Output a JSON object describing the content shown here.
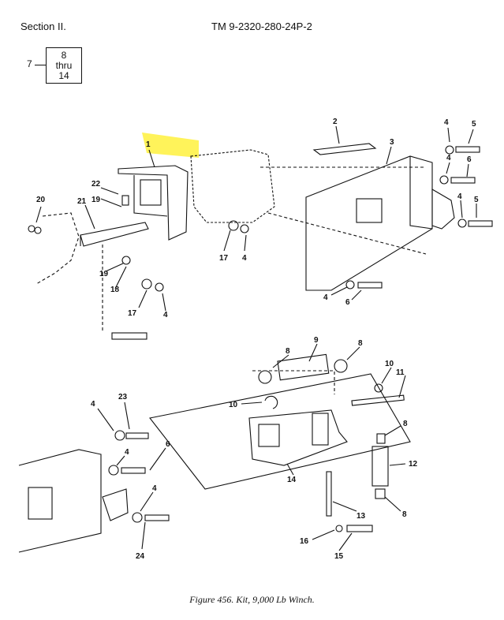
{
  "header": {
    "section": "Section II.",
    "manual": "TM 9-2320-280-24P-2"
  },
  "sequence_box": {
    "item": "7",
    "line1": "8",
    "line2": "thru",
    "line3": "14"
  },
  "highlight_color": "#fff35a",
  "callouts": [
    {
      "id": "c1",
      "text": "1"
    },
    {
      "id": "c2",
      "text": "2"
    },
    {
      "id": "c3",
      "text": "3"
    },
    {
      "id": "c4a",
      "text": "4"
    },
    {
      "id": "c5",
      "text": "5"
    },
    {
      "id": "c4b",
      "text": "4"
    },
    {
      "id": "c6a",
      "text": "6"
    },
    {
      "id": "c4c",
      "text": "4"
    },
    {
      "id": "c5b",
      "text": "5"
    },
    {
      "id": "c22",
      "text": "22"
    },
    {
      "id": "c19a",
      "text": "19"
    },
    {
      "id": "c20",
      "text": "20"
    },
    {
      "id": "c21",
      "text": "21"
    },
    {
      "id": "c17a",
      "text": "17"
    },
    {
      "id": "c4d",
      "text": "4"
    },
    {
      "id": "c19b",
      "text": "19"
    },
    {
      "id": "c18",
      "text": "18"
    },
    {
      "id": "c17b",
      "text": "17"
    },
    {
      "id": "c4e",
      "text": "4"
    },
    {
      "id": "c4f",
      "text": "4"
    },
    {
      "id": "c6b",
      "text": "6"
    },
    {
      "id": "c8a",
      "text": "8"
    },
    {
      "id": "c9",
      "text": "9"
    },
    {
      "id": "c8b",
      "text": "8"
    },
    {
      "id": "c10a",
      "text": "10"
    },
    {
      "id": "c11",
      "text": "11"
    },
    {
      "id": "c10b",
      "text": "10"
    },
    {
      "id": "c8c",
      "text": "8"
    },
    {
      "id": "c12",
      "text": "12"
    },
    {
      "id": "c14",
      "text": "14"
    },
    {
      "id": "c13",
      "text": "13"
    },
    {
      "id": "c8d",
      "text": "8"
    },
    {
      "id": "c16",
      "text": "16"
    },
    {
      "id": "c15",
      "text": "15"
    },
    {
      "id": "c4g",
      "text": "4"
    },
    {
      "id": "c23",
      "text": "23"
    },
    {
      "id": "c4h",
      "text": "4"
    },
    {
      "id": "c6c",
      "text": "6"
    },
    {
      "id": "c4i",
      "text": "4"
    },
    {
      "id": "c24",
      "text": "24"
    }
  ],
  "caption": "Figure 456.  Kit, 9,000 Lb Winch."
}
